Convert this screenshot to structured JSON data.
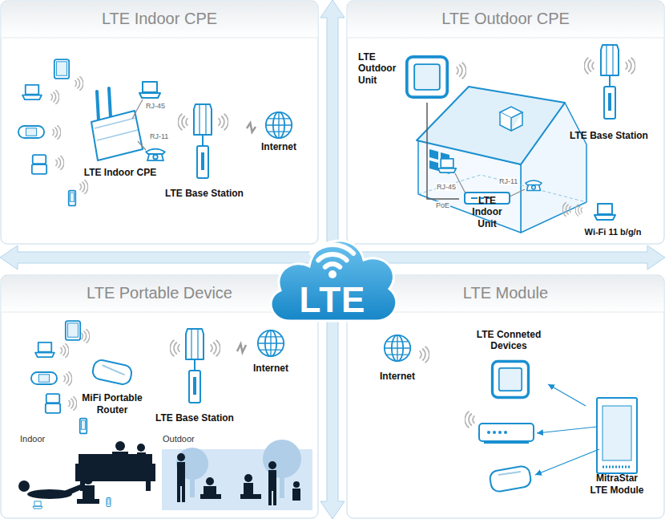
{
  "diagram": {
    "nodes": [
      {
        "text": [
          "LTE Indoor CPE"
        ]
      },
      {
        "text": [
          "LTE Indoor CPE"
        ],
        "in": 0
      },
      {
        "text": [
          "LTE Base Station"
        ],
        "in": 0
      },
      {
        "text": [
          "Internet"
        ],
        "in": 0
      },
      {
        "text": [
          "LTE Outdoor CPE"
        ]
      },
      {
        "text": [
          "LTE Outdoor Unit"
        ],
        "in": 4
      },
      {
        "text": [
          "LTE Indoor Unit"
        ],
        "in": 4
      },
      {
        "text": [
          "LTE Base Station"
        ],
        "in": 4
      },
      {
        "text": [
          "Wi-Fi 11 b/g/n"
        ],
        "in": 4
      },
      {
        "text": [
          "LTE Portable Device"
        ]
      },
      {
        "text": [
          "MiFi Portable Router"
        ],
        "in": 9
      },
      {
        "text": [
          "LTE Base Station"
        ],
        "in": 9
      },
      {
        "text": [
          "Internet"
        ],
        "in": 9
      },
      {
        "text": [
          "LTE Module"
        ]
      },
      {
        "text": [
          "Internet"
        ],
        "in": 13
      },
      {
        "text": [
          "LTE Conneted Devices"
        ],
        "in": 13
      },
      {
        "text": [
          "MitraStar LTE Module"
        ],
        "in": 13
      },
      {
        "text": [
          "LTE"
        ]
      }
    ],
    "edges": [
      {
        "from": 2,
        "to": 3,
        "arrow": "none"
      },
      {
        "from": 5,
        "to": 6,
        "label": "PoE",
        "arrow": "none"
      },
      {
        "from": 11,
        "to": 12,
        "arrow": "none"
      },
      {
        "from": 16,
        "to": 15,
        "arrow": "to"
      }
    ],
    "labels": [
      "RJ-45",
      "RJ-11",
      "RJ-45",
      "RJ-11",
      "Indoor",
      "Outdoor"
    ]
  }
}
